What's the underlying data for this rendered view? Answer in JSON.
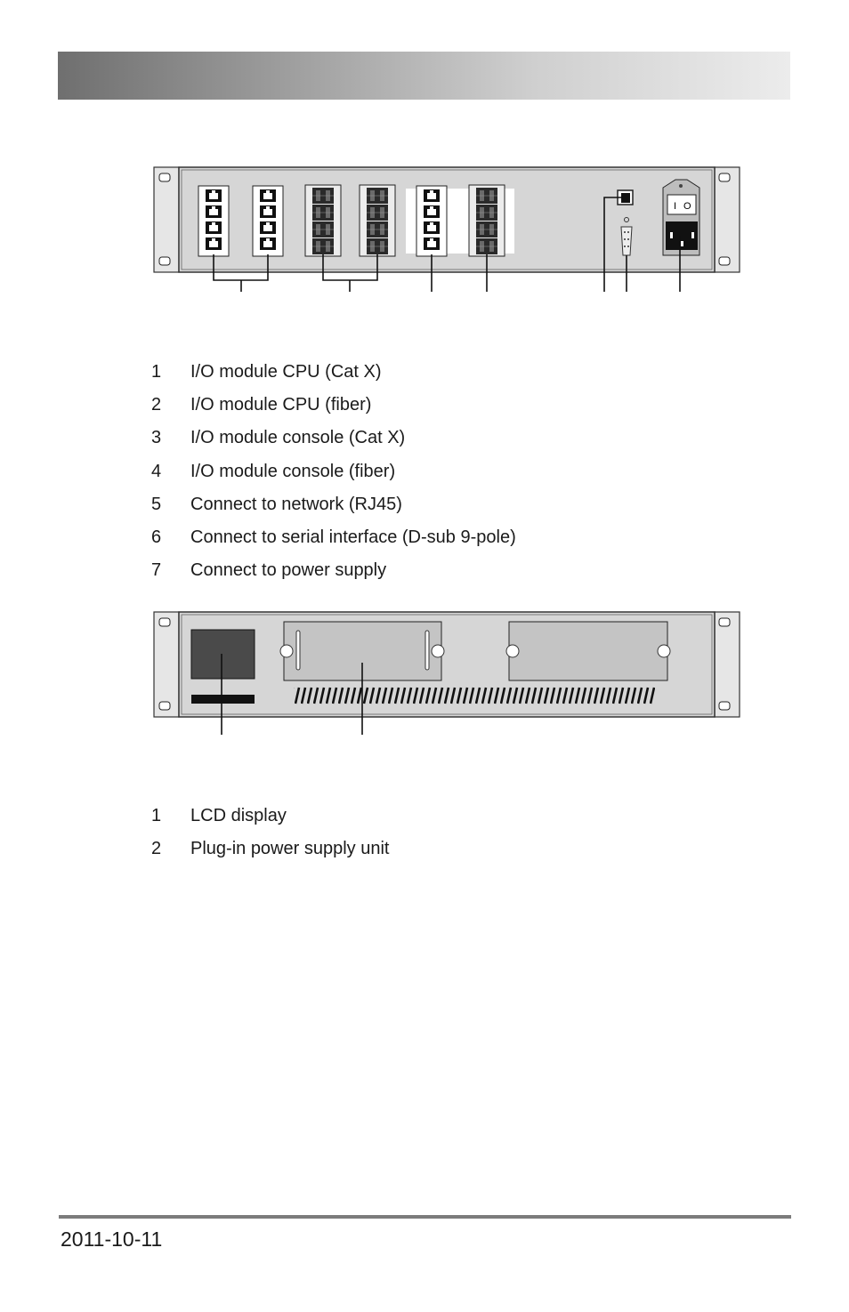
{
  "rear_panel_legend": [
    {
      "num": "1",
      "text": "I/O module CPU (Cat X)"
    },
    {
      "num": "2",
      "text": "I/O module CPU (fiber)"
    },
    {
      "num": "3",
      "text": "I/O module console (Cat X)"
    },
    {
      "num": "4",
      "text": "I/O module console (fiber)"
    },
    {
      "num": "5",
      "text": "Connect to network (RJ45)"
    },
    {
      "num": "6",
      "text": "Connect to serial interface (D-sub 9-pole)"
    },
    {
      "num": "7",
      "text": "Connect to power supply"
    }
  ],
  "front_panel_legend": [
    {
      "num": "1",
      "text": "LCD display"
    },
    {
      "num": "2",
      "text": "Plug-in power supply unit"
    }
  ],
  "footer": {
    "date": "2011-10-11"
  }
}
